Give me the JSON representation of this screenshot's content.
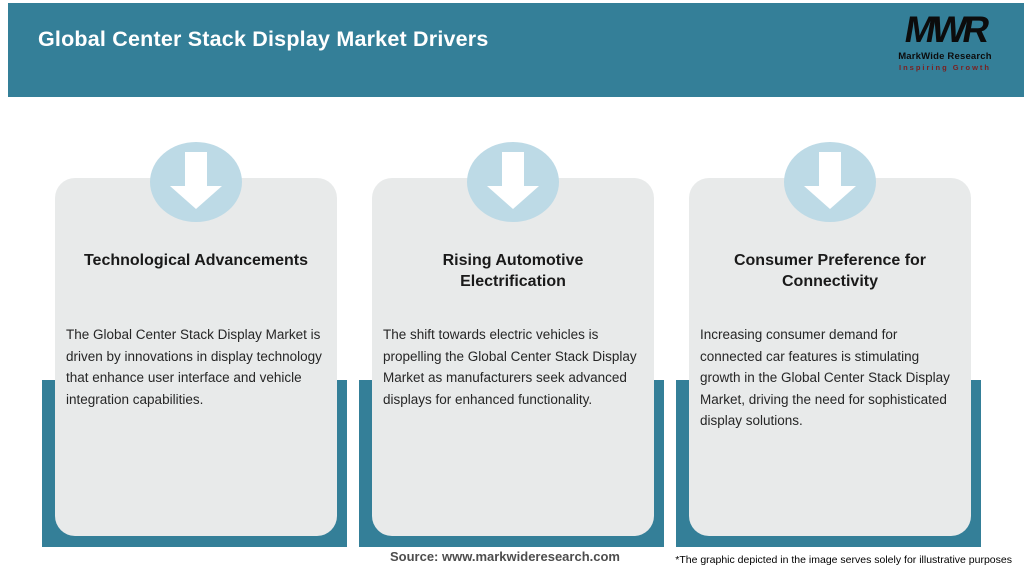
{
  "header": {
    "title": "Global Center Stack Display Market Drivers",
    "logo": {
      "monogram": "MWR",
      "name": "MarkWide Research",
      "tagline": "Inspiring Growth"
    }
  },
  "cards": [
    {
      "icon": "down-arrow-icon",
      "title": "Technological Advancements",
      "body": "The Global Center Stack Display Market is driven by innovations in display technology that enhance user interface and vehicle integration capabilities."
    },
    {
      "icon": "down-arrow-icon",
      "title": "Rising Automotive Electrification",
      "body": "The shift towards electric vehicles is propelling the Global Center Stack Display Market as manufacturers seek advanced displays for enhanced functionality."
    },
    {
      "icon": "down-arrow-icon",
      "title": "Consumer Preference for Connectivity",
      "body": "Increasing consumer demand for connected car features is stimulating growth in the Global Center Stack Display Market, driving the need for sophisticated display solutions."
    }
  ],
  "footer": {
    "source": "Source: www.markwideresearch.com",
    "disclaimer": "*The graphic depicted in the image serves solely for illustrative purposes"
  },
  "colors": {
    "accent_teal": "#347F98",
    "card_background": "#E8EAEA",
    "circle_blue": "#BDDAE6",
    "tagline_red": "#7B2020",
    "header_text": "#FFFFFF"
  }
}
